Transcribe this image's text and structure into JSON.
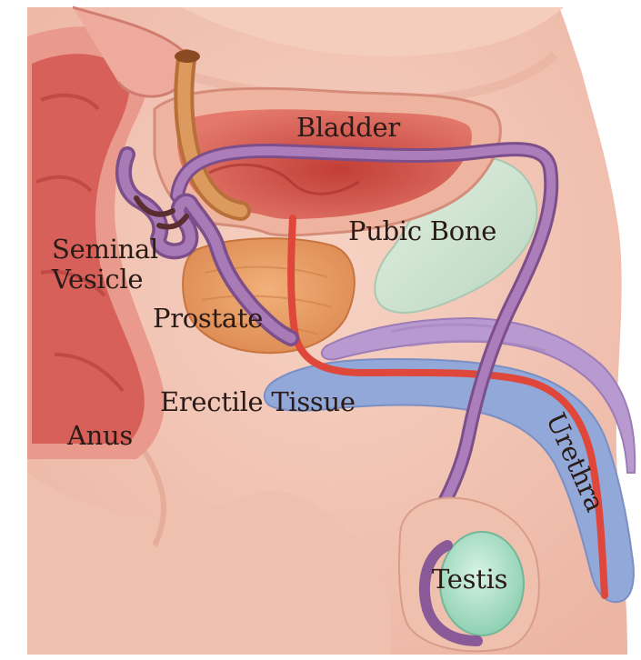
{
  "labels": {
    "bladder": "Bladder",
    "pubic_bone": "Pubic Bone",
    "seminal_vesicle_line1": "Seminal",
    "seminal_vesicle_line2": "Vesicle",
    "prostate": "Prostate",
    "erectile_tissue": "Erectile Tissue",
    "anus": "Anus",
    "urethra": "Urethra",
    "testis": "Testis"
  },
  "colors": {
    "skin": "#f2c4b3",
    "skin_shadow": "#e7a899",
    "rectum": "#d85e56",
    "bladder": "#d9574e",
    "prostate": "#e9955c",
    "pubic_bone": "#cfe3cf",
    "erectile_tissue": "#8fa8d6",
    "corpus_spongiosum": "#b79acb",
    "vas_deferens": "#9a6aa6",
    "urethra": "#e0473b",
    "ureter": "#c98a4e",
    "testis": "#a8dfc6"
  }
}
